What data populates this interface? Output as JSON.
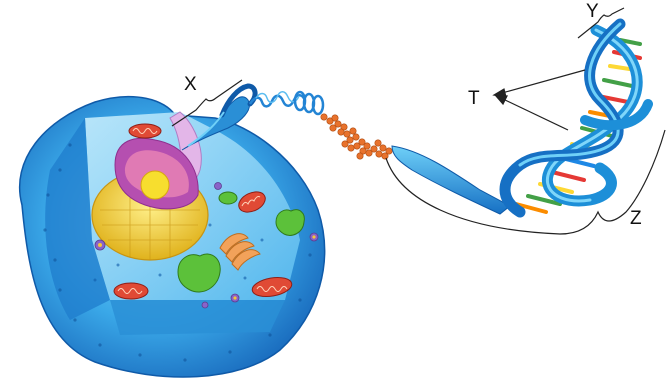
{
  "labels": {
    "x": "X",
    "y": "Y",
    "t": "T",
    "z": "Z"
  },
  "colors": {
    "cell_blue": "#2f9be0",
    "cell_light": "#7fd0f5",
    "nucleus_yellow": "#f3d23a",
    "nucleolus_pink": "#d9548f",
    "mitochondria_red": "#d83a2f",
    "organelle_green": "#5fbf3a",
    "bead_orange": "#e8722c",
    "dna_blue": "#1d8fd8",
    "base_pair_colors": [
      "#e53935",
      "#fdd835",
      "#43a047",
      "#1e88e5",
      "#fb8c00"
    ]
  },
  "icons": [
    "animal-cell",
    "chromosome",
    "nucleosome-beads",
    "dna-double-helix"
  ]
}
